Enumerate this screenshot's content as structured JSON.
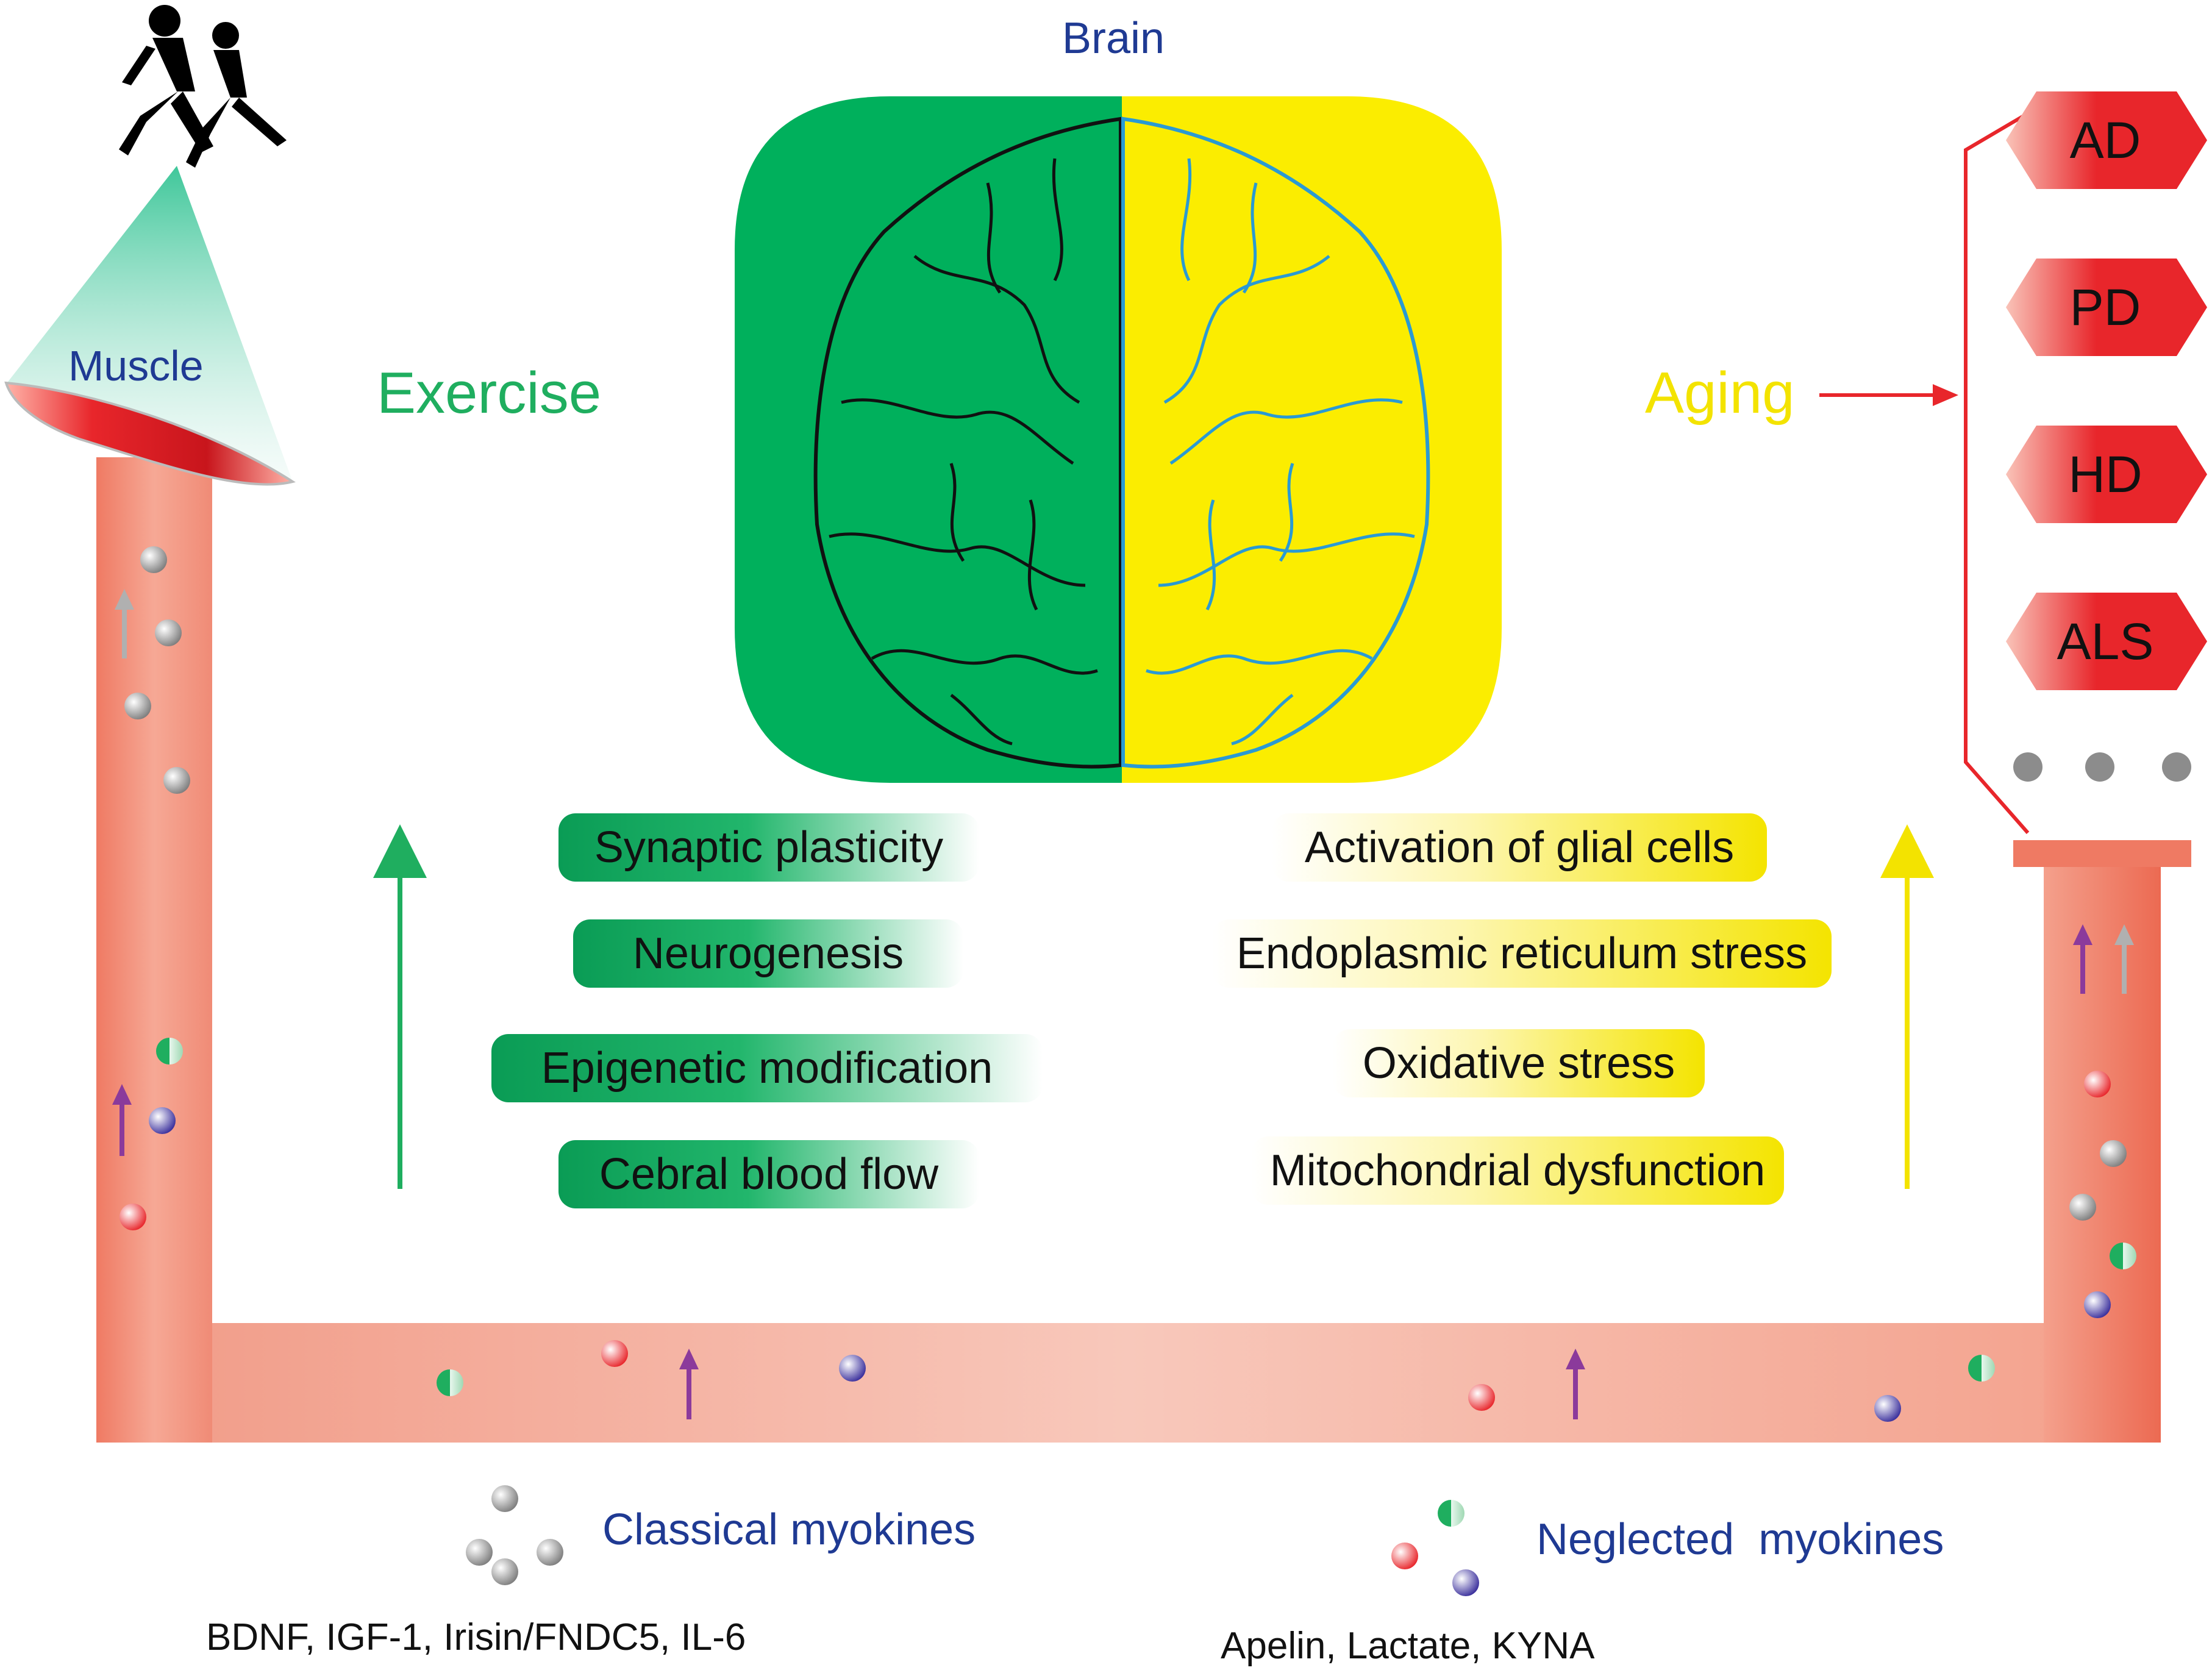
{
  "title": "Brain",
  "labels": {
    "muscle": "Muscle",
    "exercise": "Exercise",
    "aging": "Aging",
    "classical": "Classical myokines",
    "neglected": "Neglected  myokines",
    "classical_list": "BDNF, IGF-1, Irisin/FNDC5, IL-6",
    "neglected_list": "Apelin, Lactate, KYNA"
  },
  "exercise_effects": [
    "Synaptic plasticity",
    "Neurogenesis",
    "Epigenetic modification",
    "Cebral blood flow"
  ],
  "aging_effects": [
    "Activation of glial cells",
    "Endoplasmic reticulum stress",
    "Oxidative stress",
    "Mitochondrial dysfunction"
  ],
  "diseases": [
    "AD",
    "PD",
    "HD",
    "ALS"
  ],
  "colors": {
    "exercise_green": "#1fae5f",
    "brain_green": "#00b05c",
    "aging_yellow": "#f3e300",
    "disease_red": "#e8262b",
    "vessel": "#f08a74",
    "title_blue": "#1f3a93",
    "myokine_purple": "#8b3a9b"
  },
  "icons": [
    "runners-icon",
    "muscle-icon",
    "brain-icon",
    "arrow-up-icon",
    "myokine-sphere-icon"
  ]
}
